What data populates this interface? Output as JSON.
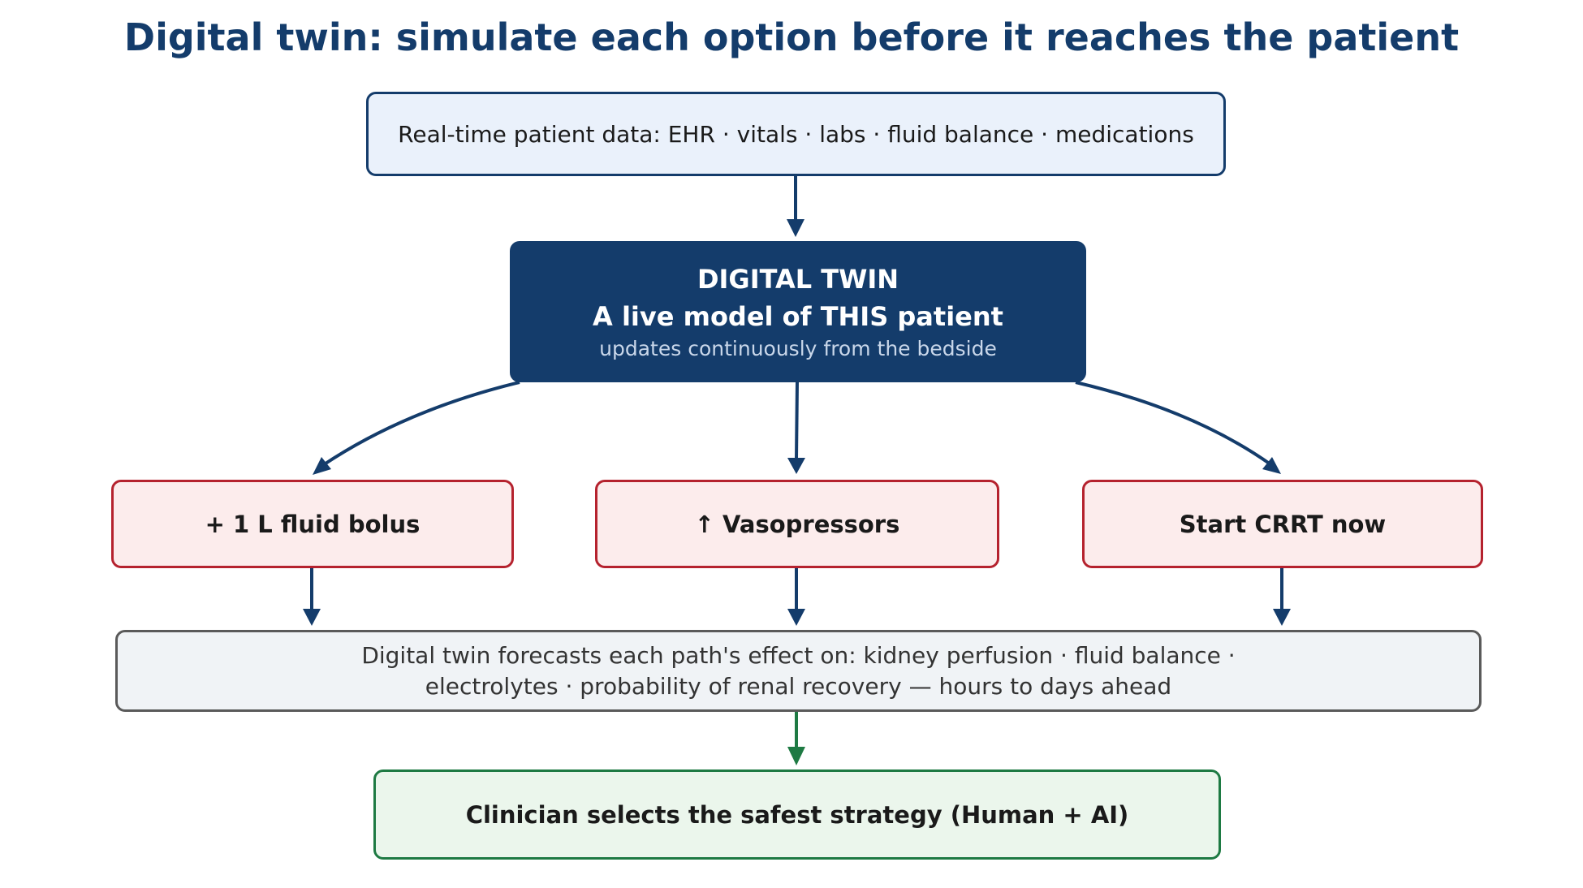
{
  "title": "Digital twin: simulate each option before it reaches the patient",
  "data_source": {
    "text": "Real-time patient data: EHR · vitals · labs · fluid balance · medications"
  },
  "digital_twin": {
    "heading": "DIGITAL TWIN",
    "subheading": "A live model of THIS patient",
    "caption": "updates continuously from the bedside"
  },
  "options": [
    {
      "label": "+ 1 L fluid bolus"
    },
    {
      "label": "↑ Vasopressors"
    },
    {
      "label": "Start CRRT now"
    }
  ],
  "forecast": {
    "line1": "Digital twin forecasts each path's effect on: kidney perfusion · fluid balance ·",
    "line2": "electrolytes · probability of renal recovery — hours to days ahead"
  },
  "decision": {
    "text": "Clinician selects the safest strategy (Human + AI)"
  },
  "colors": {
    "title": "#143c6b",
    "arrow": "#143c6b",
    "arrow_final": "#1e7a43",
    "option_border": "#b5222e",
    "decision_border": "#1e7a43"
  }
}
